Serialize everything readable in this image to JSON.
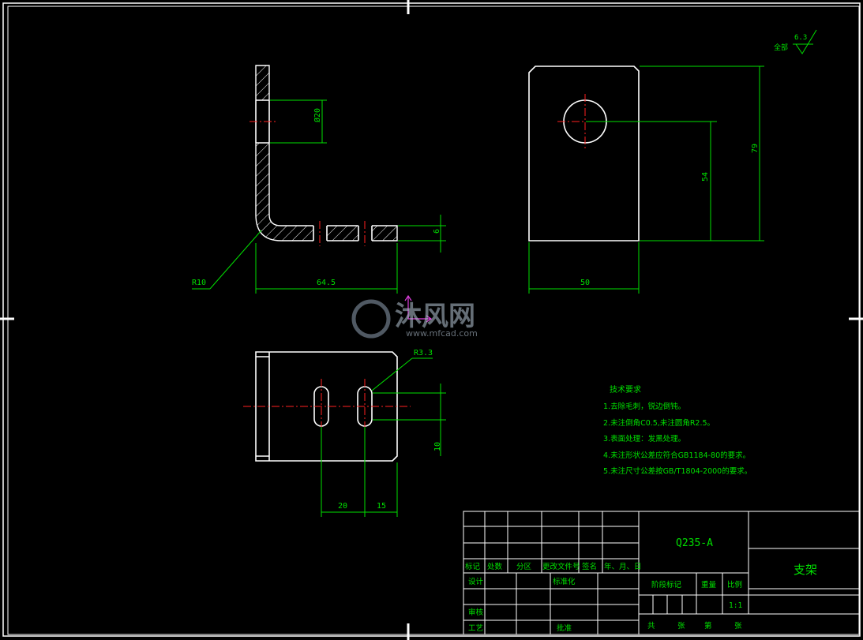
{
  "dimensions": {
    "hole_diameter": "Ø20",
    "thickness": "6",
    "length": "64.5",
    "bend_radius": "R10",
    "width": "50",
    "hole_center": "54",
    "height": "79",
    "slot_radius": "R3.3",
    "slot_offset": "10",
    "slot_pos1": "20",
    "slot_pos2": "15"
  },
  "roughness": {
    "label": "全部",
    "value": "6.3"
  },
  "tech": {
    "title": "技术要求",
    "items": [
      "1.去除毛刺，锐边倒钝。",
      "2.未注倒角C0.5,未注圆角R2.5。",
      "3.表面处理：发黑处理。",
      "4.未注形状公差应符合GB1184-80的要求。",
      "5.未注尺寸公差按GB/T1804-2000的要求。"
    ]
  },
  "title_block": {
    "material": "Q235-A",
    "part_name": "支架",
    "headers": [
      "标记",
      "处数",
      "分区",
      "更改文件号",
      "签名",
      "年、月、日"
    ],
    "design": "设计",
    "standard": "标准化",
    "review": "审核",
    "process": "工艺",
    "approve": "批准",
    "stage": "阶段标记",
    "weight": "重量",
    "scale_label": "比例",
    "scale_value": "1:1",
    "total": "共",
    "sheets1": "张",
    "page": "第",
    "sheets2": "张"
  },
  "watermark": {
    "name": "沐风网",
    "url": "www.mfcad.com"
  }
}
